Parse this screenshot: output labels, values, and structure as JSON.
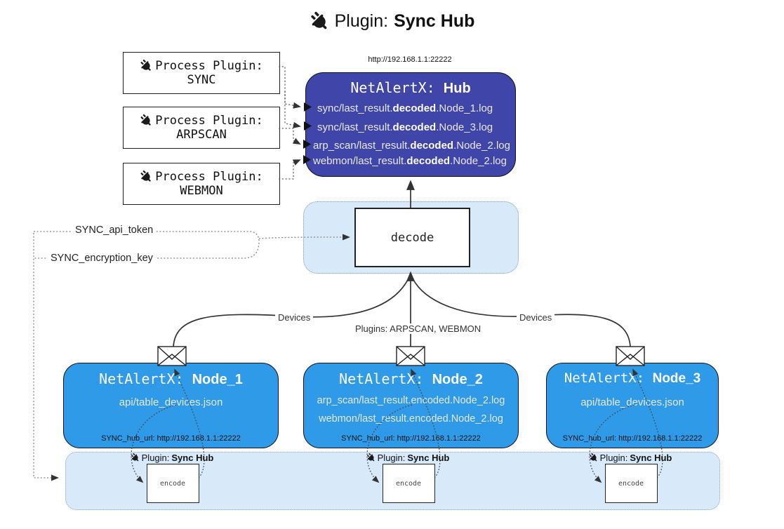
{
  "title": {
    "prefix": "Plugin:",
    "name": "Sync Hub"
  },
  "process_plugins": [
    {
      "label": "Process Plugin:",
      "name": "SYNC"
    },
    {
      "label": "Process Plugin:",
      "name": "ARPSCAN"
    },
    {
      "label": "Process Plugin:",
      "name": "WEBMON"
    }
  ],
  "hub": {
    "url": "http://192.168.1.1:22222",
    "title_prefix": "NetAlertX: ",
    "title_name": "Hub",
    "logs": [
      {
        "pre": "sync/last_result.",
        "bold": "decoded",
        "post": ".Node_1.log"
      },
      {
        "pre": "sync/last_result.",
        "bold": "decoded",
        "post": ".Node_3.log"
      },
      {
        "pre": "arp_scan/last_result.",
        "bold": "decoded",
        "post": ".Node_2.log"
      },
      {
        "pre": "webmon/last_result.",
        "bold": "decoded",
        "post": ".Node_2.log"
      }
    ]
  },
  "decode": {
    "label": "decode"
  },
  "secrets": {
    "api_token": "SYNC_api_token",
    "encryption_key": "SYNC_encryption_key"
  },
  "edges": {
    "devices_left": "Devices",
    "devices_right": "Devices",
    "plugins_center": "Plugins: ARPSCAN, WEBMON"
  },
  "nodes": [
    {
      "title_prefix": "NetAlertX: ",
      "title_name": "Node_1",
      "lines": [
        "api/table_devices.json"
      ],
      "hub_url": "SYNC_hub_url: http://192.168.1.1:22222"
    },
    {
      "title_prefix": "NetAlertX: ",
      "title_name": "Node_2",
      "lines": [
        "arp_scan/last_result.encoded.Node_2.log",
        "webmon/last_result.encoded.Node_2.log"
      ],
      "hub_url": "SYNC_hub_url: http://192.168.1.1:22222"
    },
    {
      "title_prefix": "NetAlertX: ",
      "title_name": "Node_3",
      "lines": [
        "api/table_devices.json"
      ],
      "hub_url": "SYNC_hub_url: http://192.168.1.1:22222"
    }
  ],
  "encoders": [
    {
      "prefix": "Plugin: ",
      "name": "Sync Hub",
      "box_label": "encode"
    },
    {
      "prefix": "Plugin: ",
      "name": "Sync Hub",
      "box_label": "encode"
    },
    {
      "prefix": "Plugin: ",
      "name": "Sync Hub",
      "box_label": "encode"
    }
  ],
  "colors": {
    "hub_fill": "#3f45a9",
    "node_fill": "#2f9ae8",
    "container_fill": "#d8e9fa",
    "container_border": "#7e99b5",
    "line": "#333333"
  }
}
